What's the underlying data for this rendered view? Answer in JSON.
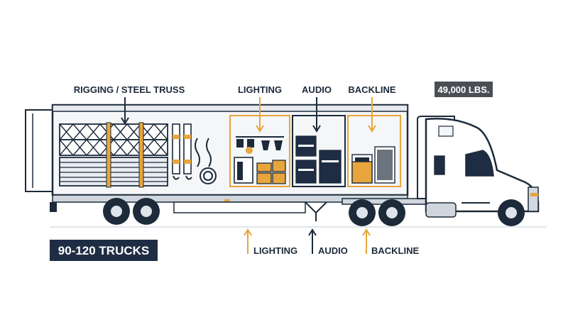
{
  "top_labels": {
    "rigging": "RIGGING / STEEL TRUSS",
    "lighting": "LIGHTING",
    "audio": "AUDIO",
    "backline": "BACKLINE"
  },
  "weight_badge": "49,000 LBS.",
  "trucks_badge": "90-120 TRUCKS",
  "bottom_labels": {
    "lighting": "LIGHTING",
    "audio": "AUDIO",
    "backline": "BACKLINE"
  },
  "colors": {
    "navy": "#1c2a3a",
    "orange": "#e7a53b",
    "gray_badge": "#4a4f55",
    "navy_badge": "#1f2d44"
  }
}
